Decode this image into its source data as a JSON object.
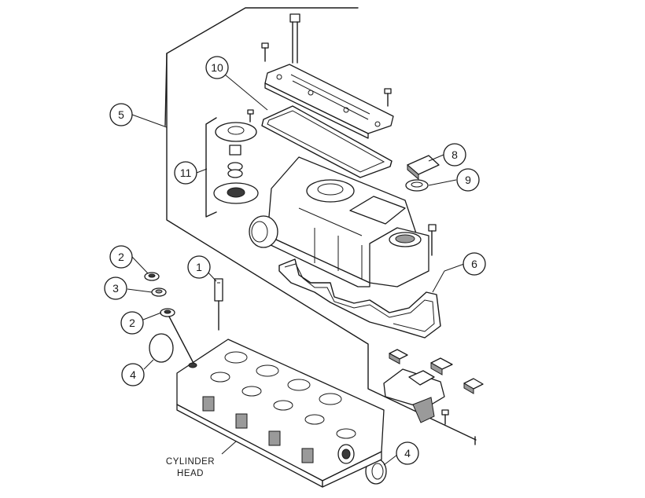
{
  "callouts": [
    {
      "id": "c1",
      "label": "1"
    },
    {
      "id": "c2a",
      "label": "2"
    },
    {
      "id": "c2b",
      "label": "2"
    },
    {
      "id": "c3",
      "label": "3"
    },
    {
      "id": "c4a",
      "label": "4"
    },
    {
      "id": "c4b",
      "label": "4"
    },
    {
      "id": "c5",
      "label": "5"
    },
    {
      "id": "c6",
      "label": "6"
    },
    {
      "id": "c8",
      "label": "8"
    },
    {
      "id": "c9",
      "label": "9"
    },
    {
      "id": "c10",
      "label": "10"
    },
    {
      "id": "c11",
      "label": "11"
    }
  ],
  "caption": {
    "line1": "CYLINDER",
    "line2": "HEAD"
  }
}
